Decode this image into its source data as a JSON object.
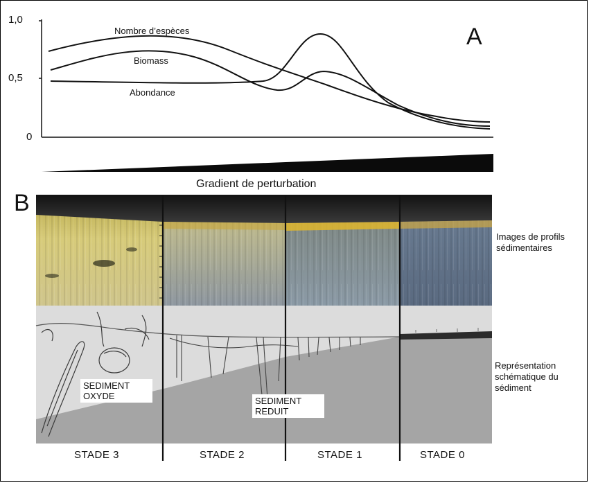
{
  "panel_a": {
    "letter": "A",
    "y_ticks": [
      "1,0",
      "0,5",
      "0"
    ],
    "curves": {
      "especes": "Nombre d’espèces",
      "biomass": "Biomass",
      "abondance": "Abondance"
    },
    "gradient_label": "Gradient de perturbation"
  },
  "panel_b": {
    "letter": "B",
    "row_labels": {
      "images": "Images de profils sédimentaires",
      "schema": "Représentation schématique du sédiment"
    },
    "sediment_oxyde": "SEDIMENT OXYDE",
    "sediment_reduit": "SEDIMENT REDUIT",
    "stages": [
      "STADE 3",
      "STADE 2",
      "STADE 1",
      "STADE 0"
    ]
  },
  "colors": {
    "photo_oxidized": "#c9b658",
    "photo_reduced": "#55657a",
    "schema_light": "#dcdcdc",
    "schema_dark": "#a5a5a5"
  }
}
